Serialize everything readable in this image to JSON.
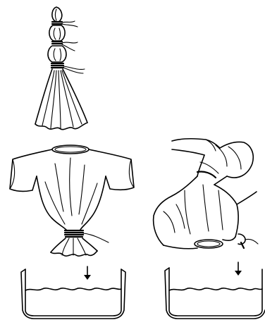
{
  "figure": {
    "panels": [
      {
        "id": "tied-bundle",
        "description_icon": "tied-fabric-icon"
      },
      {
        "id": "tied-tshirt",
        "description_icon": "tshirt-icon"
      },
      {
        "id": "hands-twisting-shirt",
        "description_icon": "hand-icon"
      },
      {
        "id": "dye-bath-left",
        "description_icon": "basin-icon"
      },
      {
        "id": "dye-bath-right",
        "description_icon": "basin-icon"
      }
    ],
    "colors": {
      "ink": "#000000",
      "paper": "#ffffff"
    }
  }
}
